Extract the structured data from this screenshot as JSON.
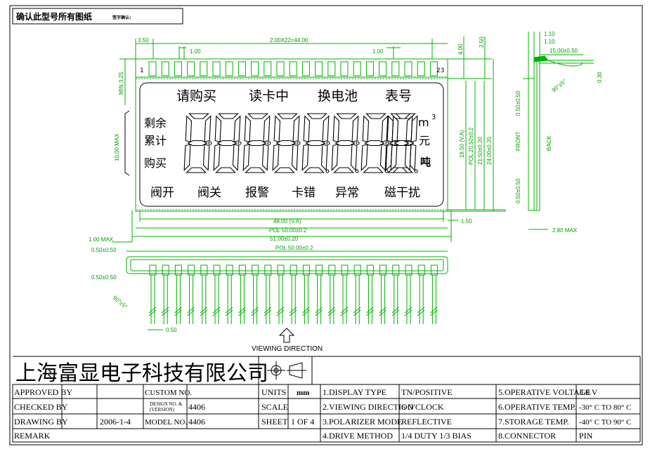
{
  "header": {
    "confirm_title": "确认此型号所有图纸",
    "sign_label": "签字确认:"
  },
  "dimensions": {
    "left_offset": "3.50",
    "pin_span": "2.00X22=44.00",
    "pitch_left": "1.00",
    "pitch_right": "1.00",
    "right_top_1": "4.00",
    "right_top_2": "2.50",
    "min_height": "MIN 3.25",
    "va_height": "10.00 MAX",
    "side_va": "18.50 (V.A)",
    "side_pol": "POL 20.50±0.2",
    "side_glass": "21.50±0.20",
    "side_total": "24.00±0.20",
    "right_margin": "1.50",
    "va_width": "48.00 (V.A)",
    "pol_width": "POL 50.00±0.2",
    "glass_width": "51.00±0.20",
    "pin_max": "1.00 MAX",
    "lower_offset": "0.50±0.50",
    "lower_pol": "POL 50.00±0.2",
    "lower_offset2": "0.50±0.50",
    "pin_angle": "90°±5°",
    "pin_width": "0.50",
    "side_t1": "1.10",
    "side_t2": "1.10",
    "side_len": "15.00±0.50",
    "side_r": "0.30",
    "side_angle": "90°±5°",
    "front_gap": "0.50±0.50",
    "front_gap2": "0.50±0.50",
    "front_label": "FRONT",
    "back_label": "BACK",
    "thickness_max": "2.80 MAX"
  },
  "lcd": {
    "pin_first": "1",
    "pin_last": "23",
    "top_labels": [
      "请购买",
      "读卡中",
      "换电池",
      "表号"
    ],
    "left_labels": [
      "剩余",
      "累计",
      "购买"
    ],
    "unit_m3": "m",
    "unit_m3_sup": "3",
    "unit_yuan": "元",
    "unit_ton": "吨",
    "bottom_labels": [
      "阀开",
      "阀关",
      "报警",
      "卡错",
      "异常",
      "磁干扰"
    ]
  },
  "viewing_direction": "VIEWING DIRECTION",
  "company": "上海富显电子科技有限公司",
  "title_block": {
    "approved_by": "APPROVED BY",
    "checked_by": "CHECKED BY",
    "drawing_by": "DRAWING BY",
    "remark": "REMARK",
    "date": "2006-1-4",
    "custom_no": "CUSTOM NO.",
    "design_no_1": "DESIGN NO. &",
    "design_no_2": "(VERSION)",
    "design_value": "4406",
    "model_no": "MODEL NO.",
    "model_value": "4406",
    "units": "UNITS",
    "units_value": "mm",
    "scale": "SCALE",
    "sheet": "SHEET",
    "sheet_value": "1 OF 4",
    "specs": [
      {
        "label": "1.DISPLAY TYPE",
        "value": "TN/POSITIVE"
      },
      {
        "label": "2.VIEWING DIRECTION",
        "value": "6 O'CLOCK"
      },
      {
        "label": "3.POLARIZER MODE",
        "value": "REFLECTIVE"
      },
      {
        "label": "4.DRIVE METHOD",
        "value": "1/4 DUTY  1/3 BIAS"
      }
    ],
    "specs2": [
      {
        "label": "5.OPERATIVE VOLTAGE",
        "value": "3.0 V"
      },
      {
        "label": "6.OPERATIVE TEMP.",
        "value": "-30° C TO 80° C"
      },
      {
        "label": "7.STORAGE TEMP.",
        "value": "-40° C TO 90° C"
      },
      {
        "label": "8.CONNECTOR",
        "value": "PIN"
      }
    ]
  }
}
